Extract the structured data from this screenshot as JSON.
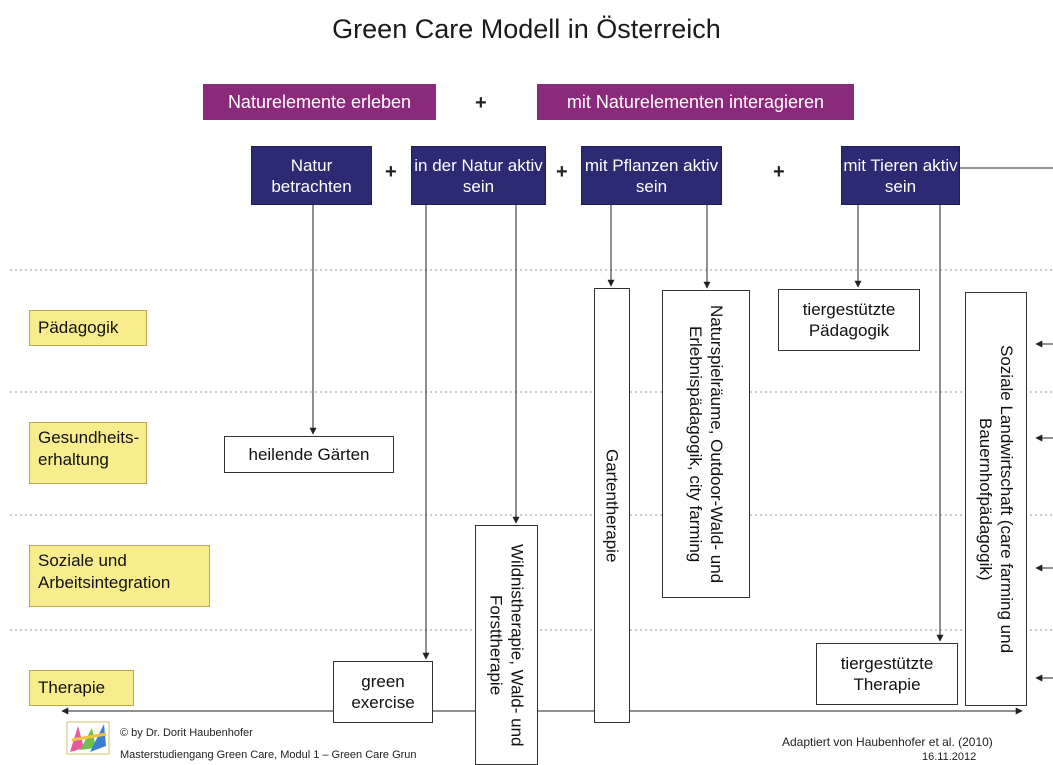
{
  "title": "Green Care Modell in Österreich",
  "top_row": {
    "left": "Naturelemente erleben",
    "plus": "+",
    "right": "mit Naturelementen interagieren"
  },
  "activities": [
    {
      "label": "Natur betrachten"
    },
    {
      "label": "in der Natur aktiv sein"
    },
    {
      "label": "mit Pflanzen aktiv sein"
    },
    {
      "label": "mit Tieren aktiv sein"
    }
  ],
  "plus_sign": "+",
  "categories": [
    {
      "label": "Pädagogik"
    },
    {
      "label": "Gesundheits-erhaltung"
    },
    {
      "label": "Soziale und Arbeitsintegration"
    },
    {
      "label": "Therapie"
    }
  ],
  "boxes": {
    "heilende_gaerten": "heilende Gärten",
    "green_exercise": "green exercise",
    "wildnistherapie": "Wildnistherapie, Wald- und Forsttherapie",
    "gartentherapie": "Gartentherapie",
    "naturspielraeume": "Naturspielräume, Outdoor-Wald- und Erlebnispädagogik, city farming",
    "tiergestuetzte_paedagogik": "tiergestützte Pädagogik",
    "tiergestuetzte_therapie": "tiergestützte Therapie",
    "soziale_landwirtschaft": "Soziale Landwirtschaft (care farming und Bauernhofpädagogik)"
  },
  "footer": {
    "copyright": "© by Dr. Dorit Haubenhofer",
    "course": "Masterstudiengang Green Care, Modul 1 – Green Care Grun",
    "adapted": "Adaptiert von Haubenhofer et al. (2010)",
    "date": "16.11.2012"
  },
  "colors": {
    "purple": "#8b2a7a",
    "navy": "#2b2a72",
    "category_yellow": "#f8ec8c"
  }
}
